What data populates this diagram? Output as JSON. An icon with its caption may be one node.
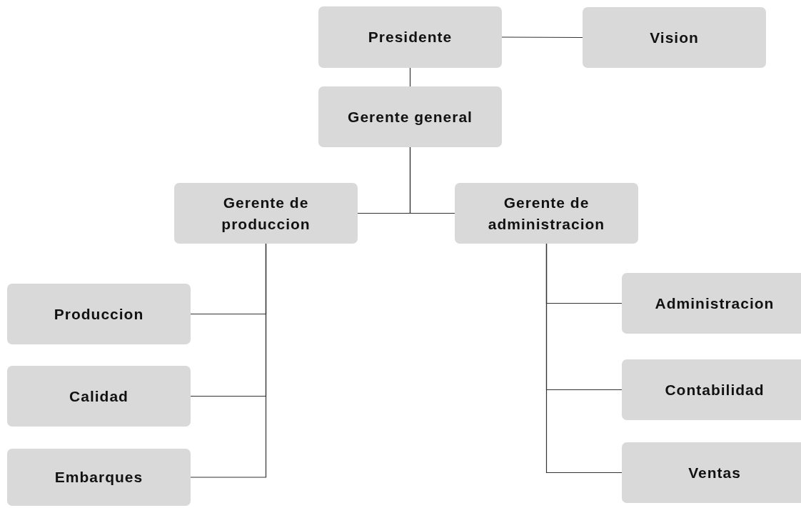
{
  "diagram": {
    "nodes": [
      {
        "text": [
          "Presidente"
        ]
      },
      {
        "text": [
          "Vision"
        ]
      },
      {
        "text": [
          "Gerente general"
        ]
      },
      {
        "text": [
          "Gerente de produccion"
        ]
      },
      {
        "text": [
          "Gerente de administracion"
        ]
      },
      {
        "text": [
          "Produccion"
        ]
      },
      {
        "text": [
          "Calidad"
        ]
      },
      {
        "text": [
          "Embarques"
        ]
      },
      {
        "text": [
          "Administracion"
        ]
      },
      {
        "text": [
          "Contabilidad"
        ]
      },
      {
        "text": [
          "Ventas"
        ]
      }
    ],
    "edges": [
      {
        "from": 0,
        "to": 1,
        "arrow": "none"
      },
      {
        "from": 0,
        "to": 2,
        "arrow": "none"
      },
      {
        "from": 2,
        "to": 3,
        "arrow": "none"
      },
      {
        "from": 2,
        "to": 4,
        "arrow": "none"
      },
      {
        "from": 3,
        "to": 5,
        "arrow": "none"
      },
      {
        "from": 3,
        "to": 6,
        "arrow": "none"
      },
      {
        "from": 3,
        "to": 7,
        "arrow": "none"
      },
      {
        "from": 4,
        "to": 8,
        "arrow": "none"
      },
      {
        "from": 4,
        "to": 9,
        "arrow": "none"
      },
      {
        "from": 4,
        "to": 10,
        "arrow": "none"
      }
    ]
  }
}
